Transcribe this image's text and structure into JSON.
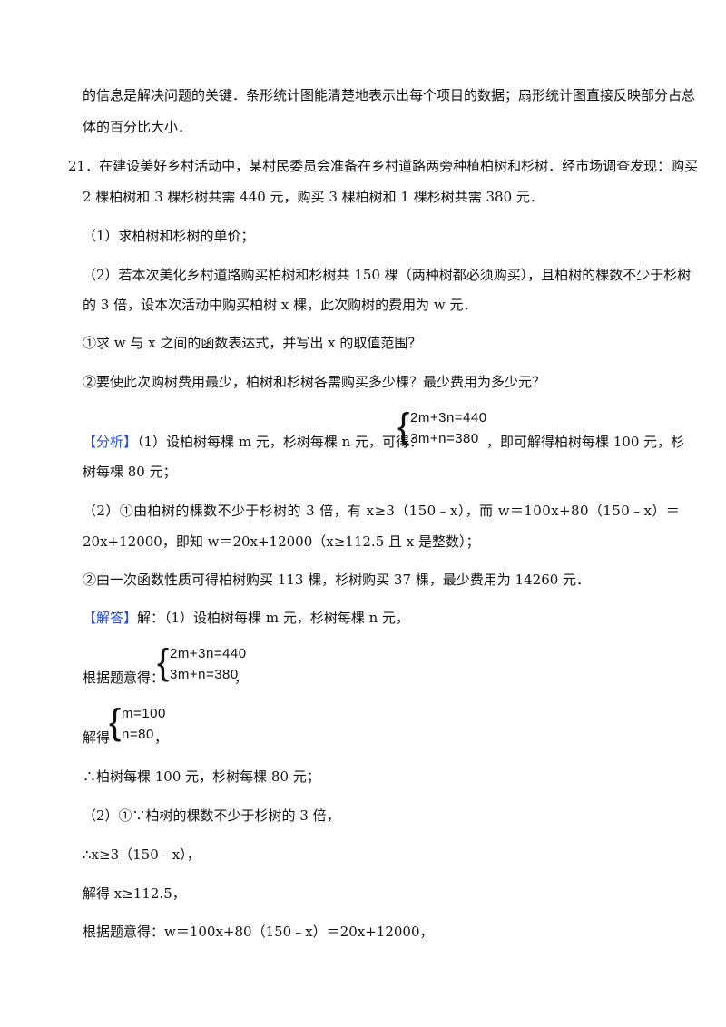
{
  "intro": {
    "line1": "的信息是解决问题的关键．条形统计图能清楚地表示出每个项目的数据；扇形统计图直接反映部分占总",
    "line2": "体的百分比大小．"
  },
  "problem": {
    "number": "21．",
    "line1": "在建设美好乡村活动中，某村民委员会准备在乡村道路两旁种植柏树和杉树．经市场调查发现：购买",
    "line2": "2 棵柏树和 3 棵杉树共需 440 元，购买 3 棵柏树和 1 棵杉树共需 380 元．",
    "part1": "（1）求柏树和杉树的单价；",
    "part2_line1": "（2）若本次美化乡村道路购买柏树和杉树共 150 棵（两种树都必须购买），且柏树的棵数不少于杉树",
    "part2_line2": "的 3 倍，设本次活动中购买柏树 x 棵，此次购树的费用为 w 元．",
    "sub1": "①求 w 与 x 之间的函数表达式，并写出 x 的取值范围？",
    "sub2": "②要使此次购树费用最少，柏树和杉树各需购买多少棵？最少费用为多少元？"
  },
  "analysis": {
    "tag": "【分析】",
    "line1_a": "（1）设柏树每棵 m 元，杉树每棵 n 元，可得：",
    "system_eq1": "2m+3n=440",
    "system_eq2": "3m+n=380",
    "line1_b": "，即可解得柏树每棵 100 元，杉",
    "line2": "树每棵 80 元；",
    "p2_line1": "（2）①由柏树的棵数不少于杉树的 3 倍，有 x≥3（150﹣x），而 w＝100x+80（150﹣x）＝",
    "p2_line2": "20x+12000，即知 w＝20x+12000（x≥112.5 且 x 是整数）；",
    "p3": "②由一次函数性质可得柏树购买 113 棵，杉树购买 37 棵，最少费用为 14260 元．"
  },
  "solution": {
    "tag": "【解答】",
    "line1": "解：（1）设柏树每棵 m 元，杉树每棵 n 元，",
    "label_setup": "根据题意得：",
    "system1_eq1": "2m+3n=440",
    "system1_eq2": "3m+n=380",
    "comma1": "，",
    "label_solve": "解得",
    "system2_eq1": "m=100",
    "system2_eq2": "n=80",
    "comma2": "，",
    "line_therefore1": "∴柏树每棵 100 元，杉树每棵 80 元；",
    "line_part2": "（2）①∵柏树的棵数不少于杉树的 3 倍，",
    "line_therefore2": "∴x≥3（150﹣x），",
    "line_solve2": "解得 x≥112.5，",
    "line_w": "根据题意得：w＝100x+80（150﹣x）＝20x+12000，"
  }
}
